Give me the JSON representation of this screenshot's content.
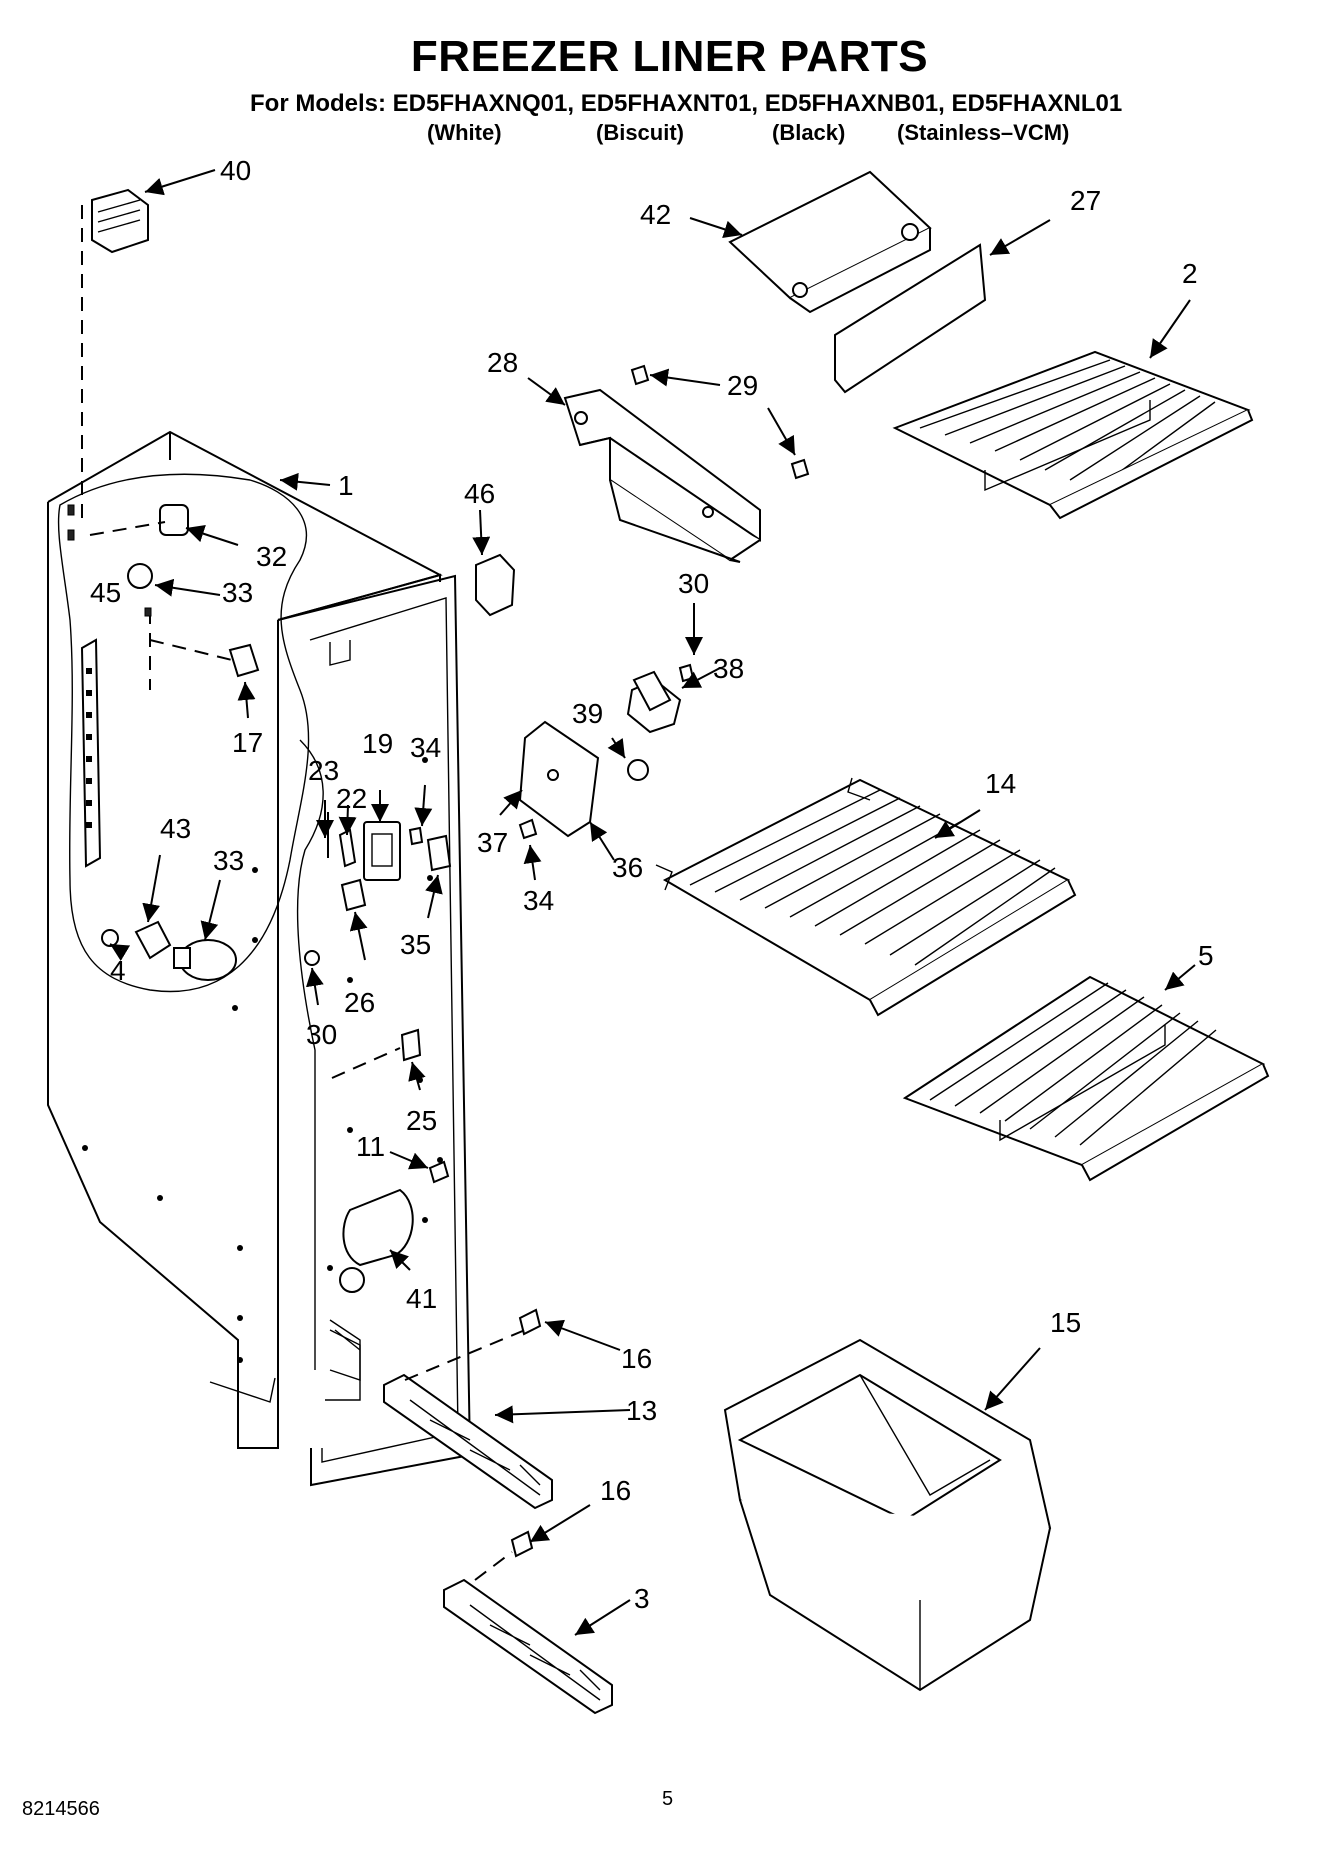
{
  "header": {
    "title": "FREEZER LINER PARTS",
    "models_line": "For Models: ED5FHAXNQ01, ED5FHAXNT01, ED5FHAXNB01, ED5FHAXNL01",
    "variants": [
      "(White)",
      "(Biscuit)",
      "(Black)",
      "(Stainless–VCM)"
    ]
  },
  "callouts": {
    "c1": "1",
    "c2": "2",
    "c3": "3",
    "c4": "4",
    "c5": "5",
    "c11": "11",
    "c13": "13",
    "c14": "14",
    "c15": "15",
    "c16a": "16",
    "c16b": "16",
    "c17": "17",
    "c19": "19",
    "c22": "22",
    "c23": "23",
    "c25": "25",
    "c26": "26",
    "c27": "27",
    "c28": "28",
    "c29": "29",
    "c30a": "30",
    "c30b": "30",
    "c32": "32",
    "c33a": "33",
    "c33b": "33",
    "c34a": "34",
    "c34b": "34",
    "c35": "35",
    "c36": "36",
    "c37": "37",
    "c38": "38",
    "c39": "39",
    "c40": "40",
    "c41": "41",
    "c42": "42",
    "c43": "43",
    "c45": "45",
    "c46": "46"
  },
  "footer": {
    "doc_number": "8214566",
    "page_number": "5"
  }
}
